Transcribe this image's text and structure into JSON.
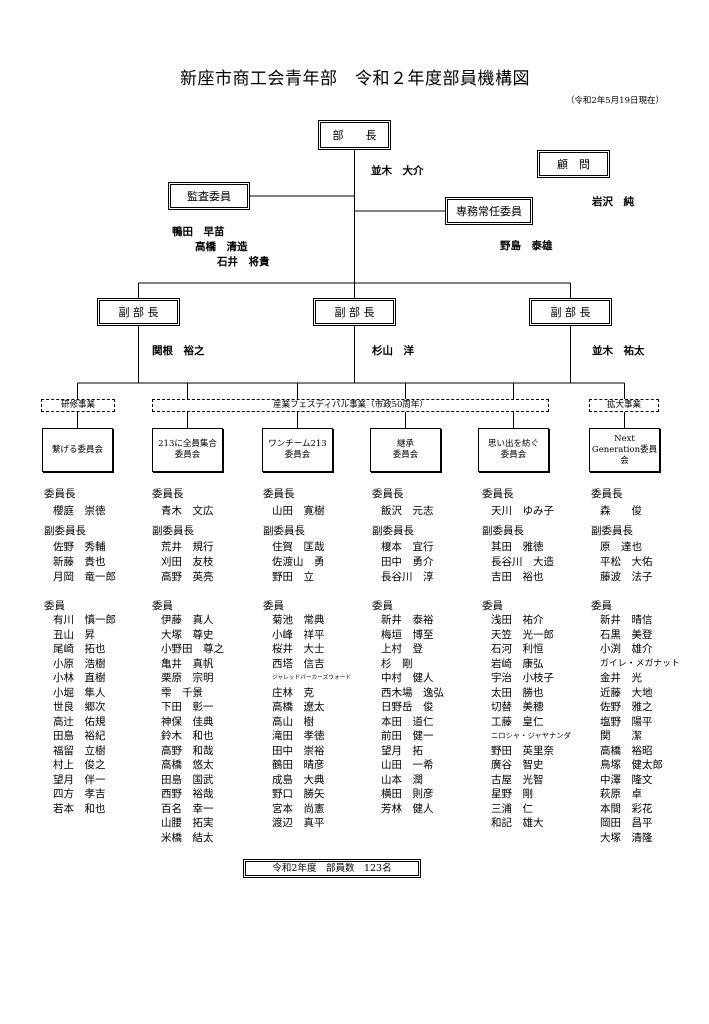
{
  "title": "新座市商工会青年部　令和２年度部員機構図",
  "as_of": "（令和2年5月19日現在）",
  "president": {
    "role": "部　　長",
    "name": "並木　大介"
  },
  "advisor": {
    "role": "顧　問",
    "name": "岩沢　純"
  },
  "auditors": {
    "role": "監査委員",
    "names": [
      "鴨田　早苗",
      "高橋　清造",
      "石井　将貴"
    ]
  },
  "executive": {
    "role": "専務常任委員",
    "name": "野島　泰雄"
  },
  "vice_presidents": [
    {
      "role": "副 部 長",
      "name": "関根　裕之"
    },
    {
      "role": "副 部 長",
      "name": "杉山　洋"
    },
    {
      "role": "副 部 長",
      "name": "並木　祐太"
    }
  ],
  "programs": [
    "研修事業",
    "産業フェスティバル事業（市政50周年）",
    "拡大事業"
  ],
  "labels": {
    "chair": "委員長",
    "vice_chair": "副委員長",
    "members": "委員"
  },
  "committees": [
    {
      "name": "繋げる委員会",
      "chair": "櫻庭　崇徳",
      "vice_chairs": [
        "佐野　秀輔",
        "新藤　貴也",
        "月岡　竜一郎"
      ],
      "members": [
        "有川　慎一郎",
        "丑山　昇",
        "尾崎　拓也",
        "小原　浩樹",
        "小林　直樹",
        "小堀　隼人",
        "世良　郷次",
        "高辻　佑規",
        "田島　裕紀",
        "福留　立樹",
        "村上　俊之",
        "望月　伴一",
        "四方　孝吉",
        "若本　和也"
      ]
    },
    {
      "name": "213に全員集合\n委員会",
      "chair": "青木　文広",
      "vice_chairs": [
        "荒井　規行",
        "刈田　友枝",
        "高野　英亮"
      ],
      "members": [
        "伊藤　真人",
        "大塚　尊史",
        "小野田　尊之",
        "亀井　真帆",
        "栗原　宗明",
        "雫　千景",
        "下田　彰一",
        "神保　佳典",
        "鈴木　和也",
        "高野　和哉",
        "高橋　悠太",
        "田島　国武",
        "西野　裕哉",
        "百名　幸一",
        "山腰　拓実",
        "米橋　結太"
      ]
    },
    {
      "name": "ワンチーム213\n委員会",
      "chair": "山田　寛樹",
      "vice_chairs": [
        "住賀　匡哉",
        "佐渡山　勇",
        "野田　立"
      ],
      "members": [
        "菊池　常典",
        "小峰　祥平",
        "桜井　大士",
        "西塔　信吉",
        "ジャレッドパーカーズウォード",
        "庄林　克",
        "高橋　遼太",
        "高山　樹",
        "滝田　孝徳",
        "田中　崇裕",
        "鶴田　晴彦",
        "成島　大典",
        "野口　勝矢",
        "宮本　尚憲",
        "渡辺　真平"
      ]
    },
    {
      "name": "継承\n委員会",
      "chair": "飯沢　元志",
      "vice_chairs": [
        "榎本　宜行",
        "田中　勇介",
        "長谷川　淳"
      ],
      "members": [
        "新井　泰裕",
        "梅垣　博至",
        "上村　登",
        "杉　剛",
        "中村　健人",
        "西木場　逸弘",
        "日野岳　俊",
        "本田　道仁",
        "前田　健一",
        "望月　拓",
        "山田　一希",
        "山本　潤",
        "横田　則彦",
        "芳林　健人"
      ]
    },
    {
      "name": "思い出を紡ぐ\n委員会",
      "chair": "天川　ゆみ子",
      "vice_chairs": [
        "其田　雅徳",
        "長谷川　大造",
        "吉田　裕也"
      ],
      "members": [
        "浅田　祐介",
        "天笠　光一郎",
        "石河　利恒",
        "岩崎　康弘",
        "宇治　小枝子",
        "太田　勝也",
        "切替　美穂",
        "工藤　皇仁",
        "ニロシャ・ジャヤナンダ",
        "野田　英里奈",
        "廣谷　智史",
        "古屋　光智",
        "星野　剛",
        "三浦　仁",
        "和記　雄大"
      ]
    },
    {
      "name": "Next\nGeneration委員\n会",
      "chair": "森　　俊",
      "vice_chairs": [
        "原　達也",
        "平松　大佑",
        "藤波　法子"
      ],
      "members": [
        "新井　晴信",
        "石黒　美登",
        "小渕　雄介",
        "ガイレ・メガナット",
        "金井　光",
        "近藤　大地",
        "佐野　雅之",
        "塩野　陽平",
        "関　　潔",
        "高橋　裕昭",
        "鳥塚　健太郎",
        "中澤　隆文",
        "萩原　卓",
        "本間　彩花",
        "岡田　昌平",
        "大塚　清隆"
      ]
    }
  ],
  "footer": "令和2年度　部員数　123名"
}
